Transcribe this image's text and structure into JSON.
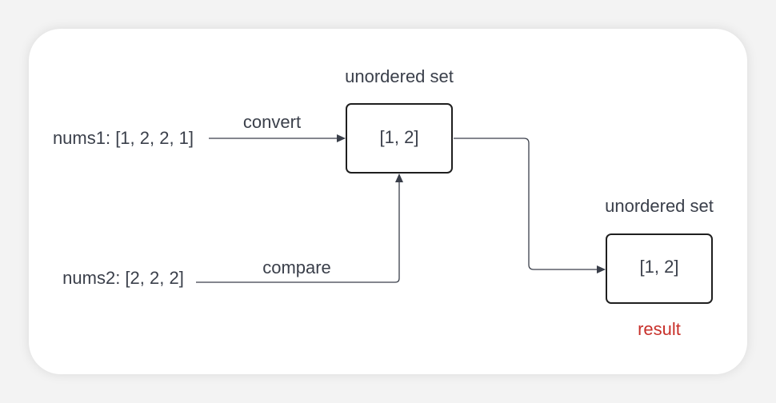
{
  "diagram": {
    "input1_label": "nums1: [1, 2, 2, 1]",
    "input2_label": "nums2: [2, 2, 2]",
    "edge_convert_label": "convert",
    "edge_compare_label": "compare",
    "set1": {
      "caption": "unordered set",
      "content": "[1, 2]"
    },
    "set2": {
      "caption": "unordered set",
      "content": "[1, 2]",
      "result_label": "result"
    },
    "colors": {
      "text": "#3a3f4a",
      "line": "#3a3f4a",
      "result": "#c8302a",
      "box_border": "#1f1f1f"
    }
  }
}
